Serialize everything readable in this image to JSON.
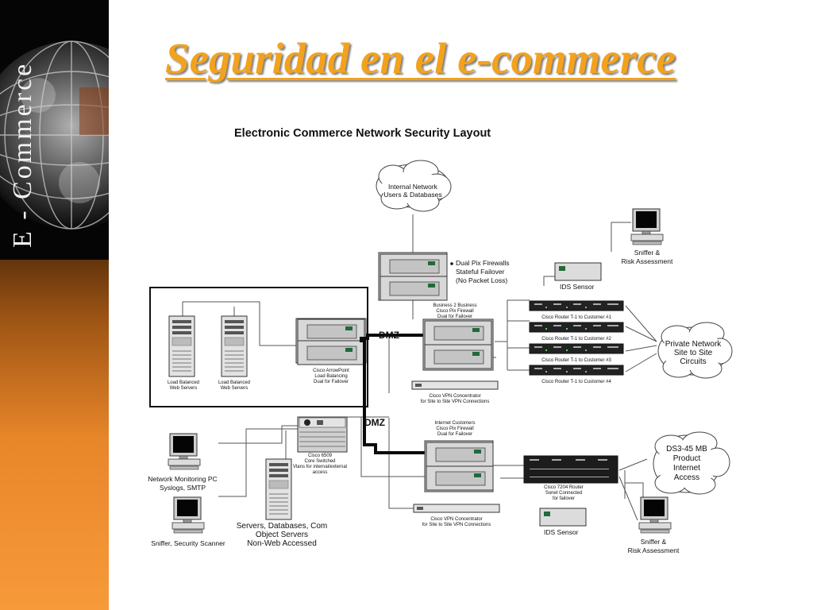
{
  "slide": {
    "title": "Seguridad en el e-commerce",
    "sidebar_brand": "E - Commerce"
  },
  "diagram": {
    "heading": "Electronic Commerce Network Security Layout",
    "clouds": {
      "internal": [
        "Internal Network",
        "Users & Databases"
      ],
      "private": [
        "Private Network",
        "Site to Site",
        "Circuits"
      ],
      "internet": [
        "DS3-45 MB",
        "Product",
        "Internet",
        "Access"
      ]
    },
    "dual_pix": [
      "Dual Pix Firewalls",
      "Stateful Failover",
      "(No Packet Loss)"
    ],
    "ids_top": "IDS Sensor",
    "sniffer_top": [
      "Sniffer &",
      "Risk Assessment"
    ],
    "business_fw": [
      "Business 2 Business",
      "Cisco Pix Firewall",
      "Dual for Failover"
    ],
    "routers": [
      "Cisco Router T-1 to Customer #1",
      "Cisco Router T-1 to Customer #2",
      "Cisco Router T-1 to Customer #3",
      "Cisco Router T-1 to Customer #4"
    ],
    "load_balanced_1": [
      "Load Balanced",
      "Web Servers"
    ],
    "load_balanced_2": [
      "Load Balanced",
      "Web Servers"
    ],
    "arrowpoint": [
      "Cisco ArrowPoint",
      "Load Balancing",
      "Dual for Failover"
    ],
    "dmz_top": "DMZ",
    "dmz_bottom": "DMZ",
    "vpn_top": [
      "Cisco VPN Concentrator",
      "for Site to Site VPN Connections"
    ],
    "core_switch": [
      "Cisco 6509",
      "Core Switched",
      "Vlans for internal/external",
      "access"
    ],
    "internet_fw": [
      "Internet Customers",
      "Cisco Pix Firewall",
      "Dual for Failover"
    ],
    "core_router": [
      "Cisco 7204 Router",
      "Sonet Connected",
      "for failover"
    ],
    "netmon": [
      "Network Monitoring PC",
      "Syslogs, SMTP"
    ],
    "scanner": "Sniffer, Security Scanner",
    "servers": [
      "Servers, Databases, Com",
      "Object Servers",
      "Non-Web Accessed"
    ],
    "vpn_bottom": [
      "Cisco VPN Concentrator",
      "for Site to Site VPN Connections"
    ],
    "ids_bottom": "IDS Sensor",
    "sniffer_bottom": [
      "Sniffer &",
      "Risk Assessment"
    ]
  }
}
